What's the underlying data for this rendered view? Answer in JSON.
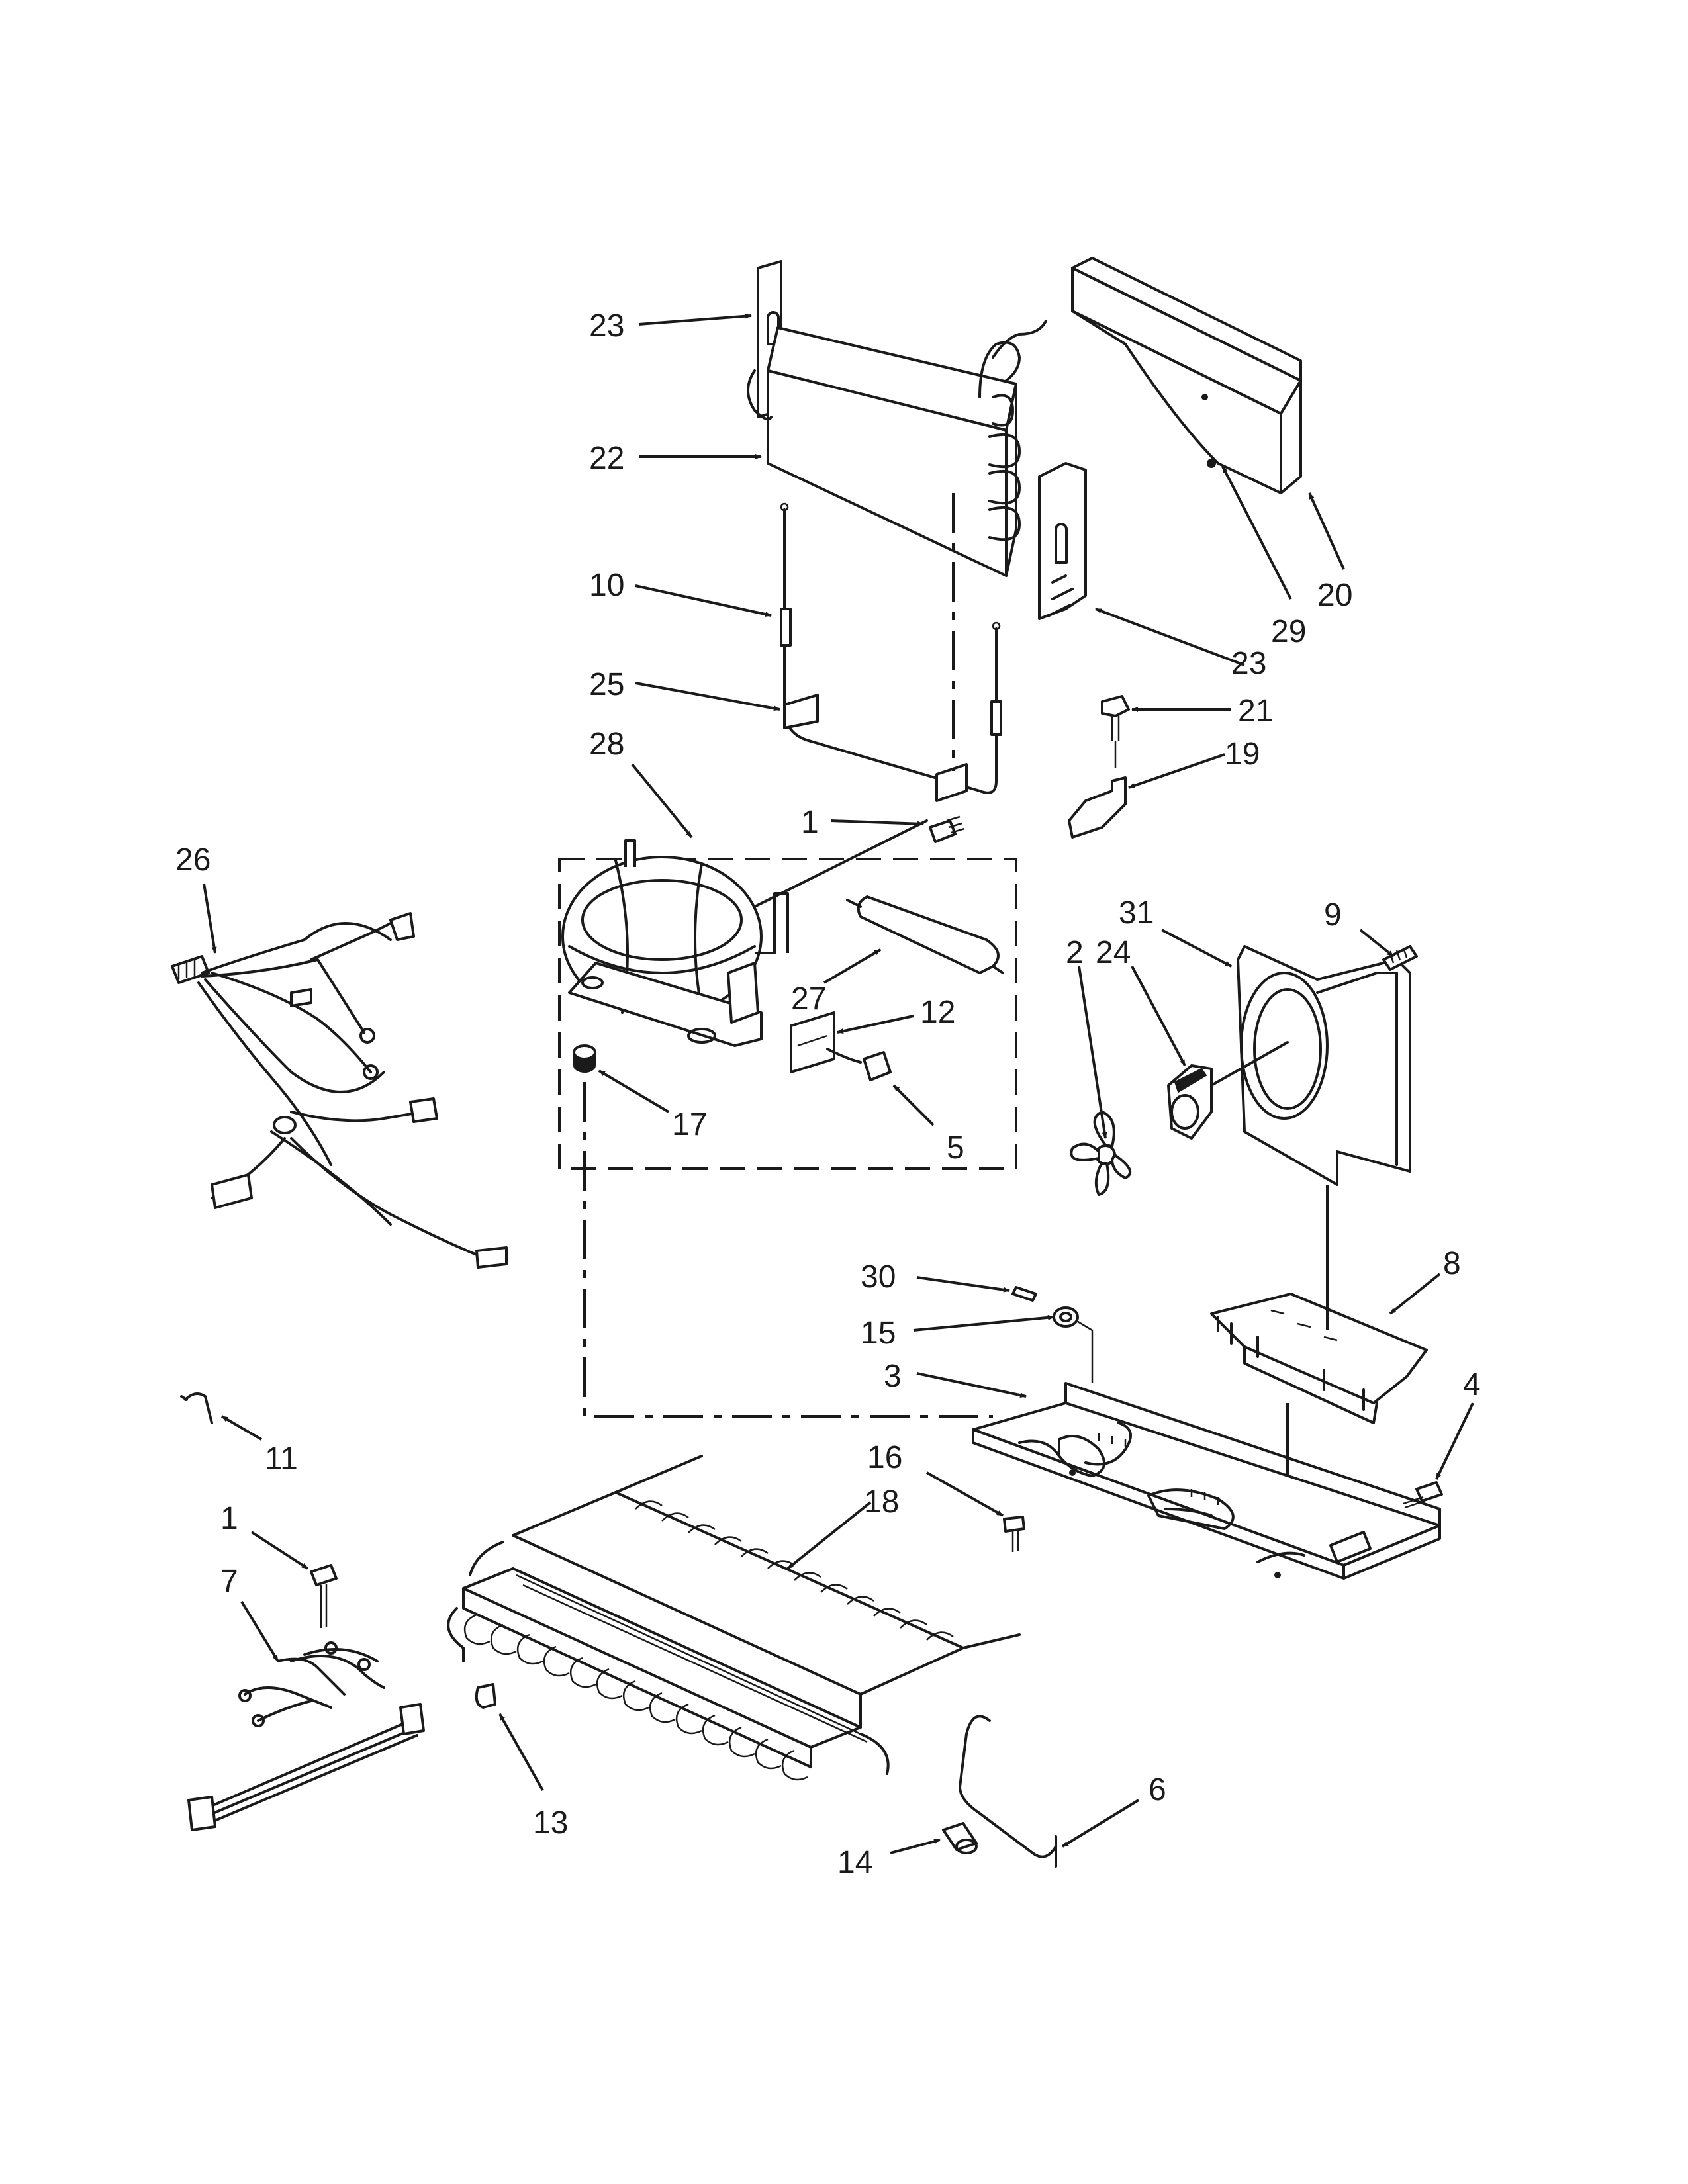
{
  "callouts": [
    {
      "n": "23"
    },
    {
      "n": "22"
    },
    {
      "n": "10"
    },
    {
      "n": "25"
    },
    {
      "n": "28"
    },
    {
      "n": "1"
    },
    {
      "n": "20"
    },
    {
      "n": "29"
    },
    {
      "n": "23"
    },
    {
      "n": "21"
    },
    {
      "n": "19"
    },
    {
      "n": "26"
    },
    {
      "n": "27"
    },
    {
      "n": "12"
    },
    {
      "n": "17"
    },
    {
      "n": "5"
    },
    {
      "n": "31"
    },
    {
      "n": "9"
    },
    {
      "n": "24"
    },
    {
      "n": "2"
    },
    {
      "n": "30"
    },
    {
      "n": "8"
    },
    {
      "n": "15"
    },
    {
      "n": "3"
    },
    {
      "n": "4"
    },
    {
      "n": "11"
    },
    {
      "n": "16"
    },
    {
      "n": "18"
    },
    {
      "n": "1"
    },
    {
      "n": "7"
    },
    {
      "n": "13"
    },
    {
      "n": "6"
    },
    {
      "n": "14"
    }
  ]
}
